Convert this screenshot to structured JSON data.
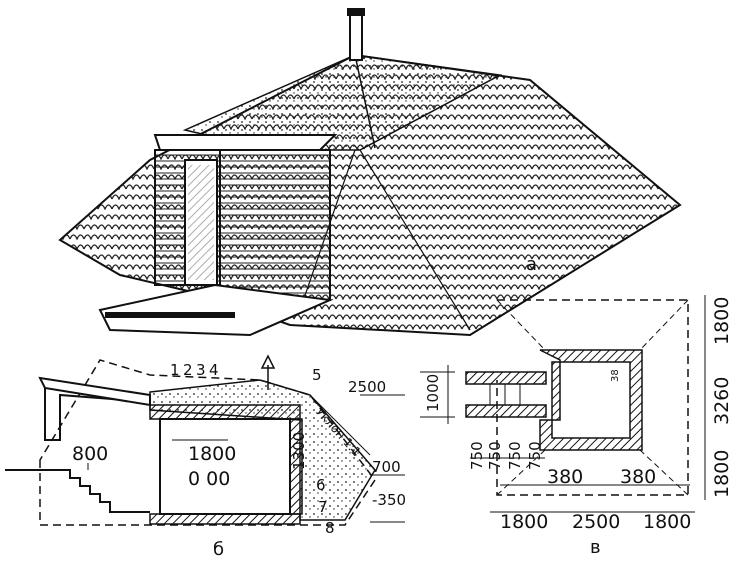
{
  "figure": {
    "panel_a": {
      "caption": "а"
    },
    "panel_b": {
      "caption": "б",
      "callouts": [
        "1",
        "2",
        "3",
        "4",
        "5",
        "6",
        "7",
        "8"
      ],
      "dims": {
        "left_height": "800",
        "inner_height": "1800",
        "floor_level": "0 00",
        "wall_depth": "1300",
        "slope_run": "2500",
        "slope_mark": "700",
        "foundation_mark": "-350",
        "slope_label": "Уклон 1:1"
      }
    },
    "panel_c": {
      "caption": "в",
      "dims": {
        "entry_width": "1000",
        "steps": [
          "750",
          "750",
          "750",
          "750"
        ],
        "wall_left": "380",
        "wall_right": "380",
        "bottom": [
          "1800",
          "2500",
          "1800"
        ],
        "right": [
          "1800",
          "3260",
          "1800"
        ],
        "inner_mark": "38"
      }
    }
  },
  "colors": {
    "ink": "#111111",
    "paper": "#ffffff",
    "hatch": "#333333"
  }
}
